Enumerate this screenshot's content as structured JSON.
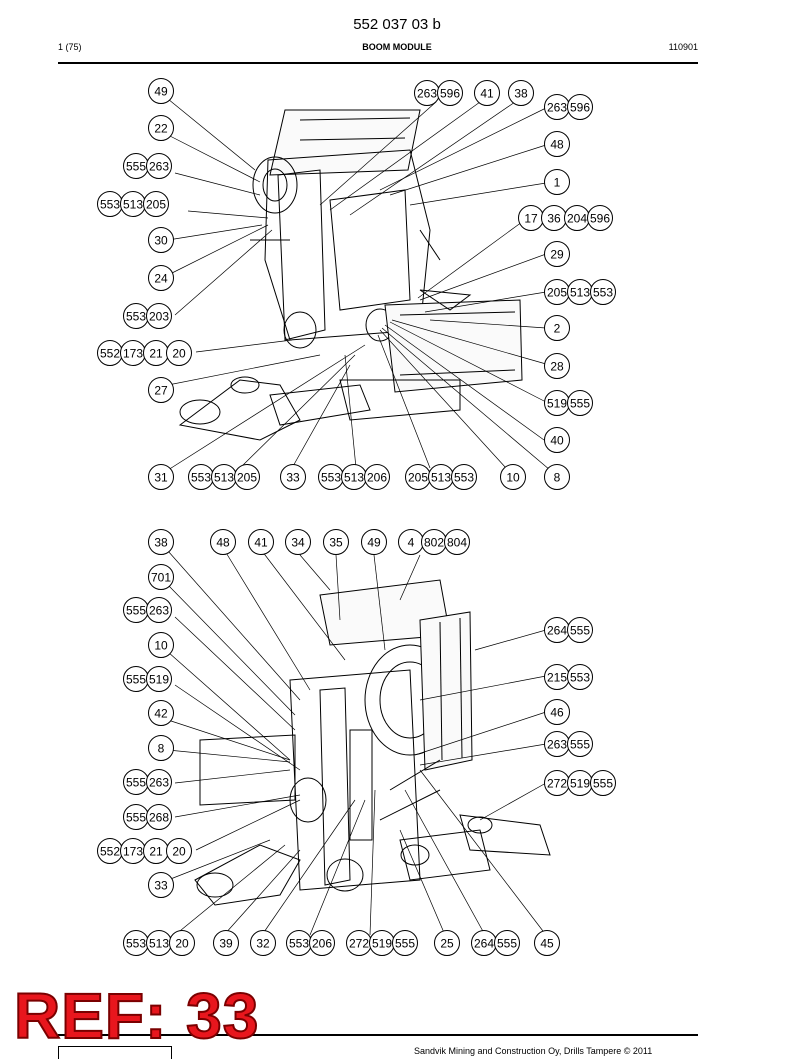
{
  "header": {
    "doc_number": "552 037 03 b",
    "page": "1 (75)",
    "title": "BOOM MODULE",
    "code": "110901"
  },
  "upper_callouts": [
    [
      "49"
    ],
    [
      "263",
      "596"
    ],
    [
      "41"
    ],
    [
      "38"
    ],
    [
      "263",
      "596"
    ],
    [
      "22"
    ],
    [
      "48"
    ],
    [
      "555",
      "263"
    ],
    [
      "1"
    ],
    [
      "553",
      "513",
      "205"
    ],
    [
      "17",
      "36",
      "204",
      "596"
    ],
    [
      "30"
    ],
    [
      "29"
    ],
    [
      "24"
    ],
    [
      "205",
      "513",
      "553"
    ],
    [
      "553",
      "203"
    ],
    [
      "2"
    ],
    [
      "552",
      "173",
      "21",
      "20"
    ],
    [
      "28"
    ],
    [
      "27"
    ],
    [
      "519",
      "555"
    ],
    [
      "40"
    ],
    [
      "31"
    ],
    [
      "553",
      "513",
      "205"
    ],
    [
      "33"
    ],
    [
      "553",
      "513",
      "206"
    ],
    [
      "205",
      "513",
      "553"
    ],
    [
      "10"
    ],
    [
      "8"
    ]
  ],
  "lower_callouts": [
    [
      "38"
    ],
    [
      "48"
    ],
    [
      "41"
    ],
    [
      "34"
    ],
    [
      "35"
    ],
    [
      "49"
    ],
    [
      "4",
      "802",
      "804"
    ],
    [
      "701"
    ],
    [
      "555",
      "263"
    ],
    [
      "264",
      "555"
    ],
    [
      "10"
    ],
    [
      "555",
      "519"
    ],
    [
      "215",
      "553"
    ],
    [
      "42"
    ],
    [
      "46"
    ],
    [
      "8"
    ],
    [
      "263",
      "555"
    ],
    [
      "555",
      "263"
    ],
    [
      "272",
      "519",
      "555"
    ],
    [
      "555",
      "268"
    ],
    [
      "552",
      "173",
      "21",
      "20"
    ],
    [
      "33"
    ],
    [
      "553",
      "513",
      "20"
    ],
    [
      "39"
    ],
    [
      "32"
    ],
    [
      "553",
      "206"
    ],
    [
      "272",
      "519",
      "555"
    ],
    [
      "25"
    ],
    [
      "264",
      "555"
    ],
    [
      "45"
    ]
  ],
  "overlay": {
    "ref_text": "REF: 33"
  },
  "footer": {
    "copyright": "Sandvik Mining and Construction Oy, Drills Tampere © 2011"
  }
}
